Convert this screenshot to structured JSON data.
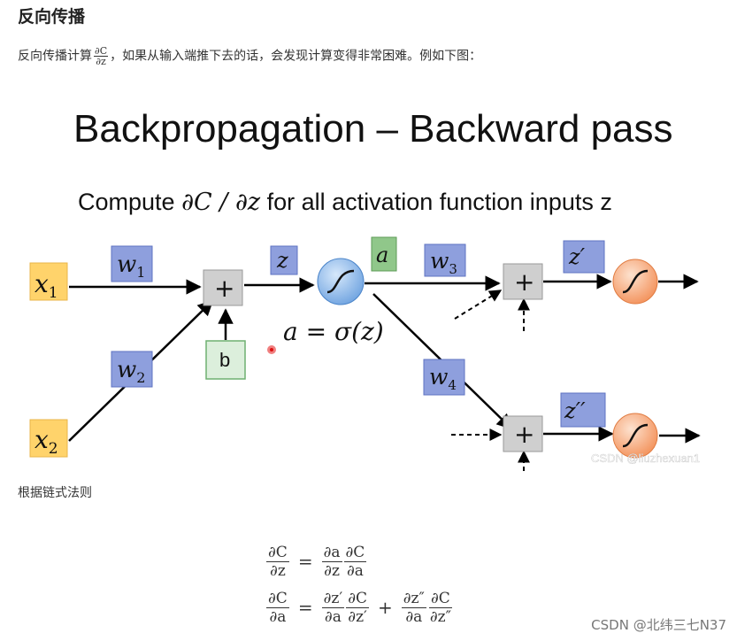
{
  "heading": "反向传播",
  "intro": {
    "before": "反向传播计算",
    "frac_num": "∂C",
    "frac_den": "∂z",
    "after": "，如果从输入端推下去的话，会发现计算变得非常困难。例如下图："
  },
  "figure": {
    "title": "Backpropagation – Backward pass",
    "subtitle_prefix": "Compute ",
    "subtitle_math": "∂C / ∂z",
    "subtitle_suffix": " for all activation function inputs z",
    "x1": "x",
    "x1_sub": "1",
    "x2": "x",
    "x2_sub": "2",
    "w1": "w",
    "w1_sub": "1",
    "w2": "w",
    "w2_sub": "2",
    "w3": "w",
    "w3_sub": "3",
    "w4": "w",
    "w4_sub": "4",
    "plus": "+",
    "b": "b",
    "z": "z",
    "a": "a",
    "z_prime": "z′",
    "z_dprime": "z′′",
    "activation_eq": "a = σ(z)",
    "watermark": "CSDN @liuzhexuan1",
    "colors": {
      "input_box": "#ffd36b",
      "weight_box": "#8e9fdd",
      "bias_box": "#dcefdc",
      "a_box": "#90c78a",
      "plus_box": "#cfcfcf",
      "sigmoid_blue": "#7fb0e6",
      "sigmoid_orange": "#f7a26e"
    }
  },
  "chain_rule_label": "根据链式法则",
  "eq1": {
    "lhs_num": "∂C",
    "lhs_den": "∂z",
    "eq": "=",
    "t1_num": "∂a",
    "t1_den": "∂z",
    "t2_num": "∂C",
    "t2_den": "∂a"
  },
  "eq2": {
    "lhs_num": "∂C",
    "lhs_den": "∂a",
    "eq": "=",
    "t1_num": "∂z′",
    "t1_den": "∂a",
    "t2_num": "∂C",
    "t2_den": "∂z′",
    "plus": "+",
    "t3_num": "∂z″",
    "t3_den": "∂a",
    "t4_num": "∂C",
    "t4_den": "∂z″"
  },
  "page_watermark": "CSDN @北纬三七N37"
}
